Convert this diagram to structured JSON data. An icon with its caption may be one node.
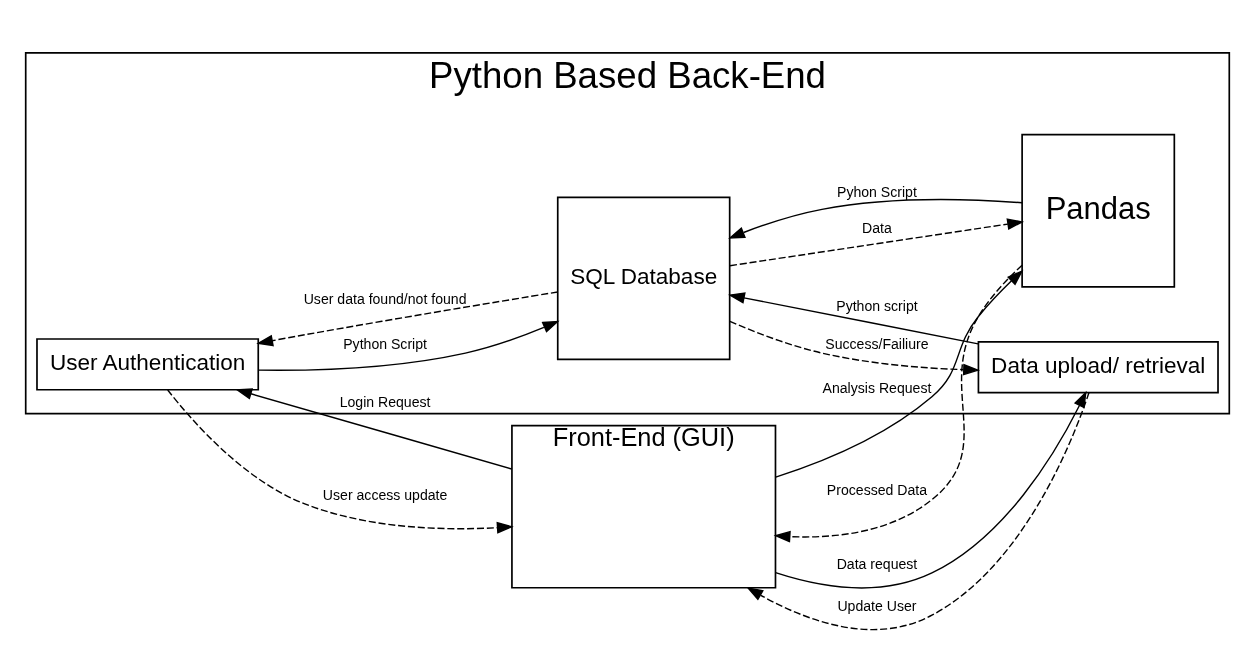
{
  "diagram": {
    "nodes": [
      {
        "text": [
          "Front-End (GUI)"
        ]
      },
      {
        "text": [
          "Python Based Back-End"
        ]
      },
      {
        "text": [
          "User Authentication"
        ],
        "in": 1
      },
      {
        "text": [
          "SQL Database"
        ],
        "in": 1
      },
      {
        "text": [
          "Data upload/ retrieval"
        ],
        "in": 1
      },
      {
        "text": [
          "Pandas"
        ],
        "in": 1
      }
    ],
    "edges": [
      {
        "from": 2,
        "to": 0,
        "arrow": "to",
        "style": "dashed",
        "label": "User access update"
      },
      {
        "from": 0,
        "to": 2,
        "arrow": "to",
        "label": "Login Request"
      },
      {
        "from": 2,
        "to": 3,
        "arrow": "to",
        "label": "Python Script"
      },
      {
        "from": 3,
        "to": 2,
        "arrow": "to",
        "style": "dashed",
        "label": "User data found/not found"
      },
      {
        "from": 0,
        "to": 4,
        "arrow": "to",
        "label": "Data request"
      },
      {
        "from": 4,
        "to": 0,
        "arrow": "to",
        "style": "dashed",
        "label": "Update User"
      },
      {
        "from": 4,
        "to": 3,
        "arrow": "to",
        "label": "Python script"
      },
      {
        "from": 3,
        "to": 4,
        "arrow": "to",
        "style": "dashed",
        "label": "Success/Failiure"
      },
      {
        "from": 3,
        "to": 5,
        "arrow": "to",
        "style": "dashed",
        "label": "Data"
      },
      {
        "from": 5,
        "to": 0,
        "arrow": "to",
        "style": "dashed",
        "label": "Processed Data"
      },
      {
        "from": 0,
        "to": 5,
        "arrow": "to",
        "label": "Analysis Request"
      },
      {
        "from": 5,
        "to": 3,
        "arrow": "to",
        "label": "Pyhon Script"
      }
    ]
  }
}
